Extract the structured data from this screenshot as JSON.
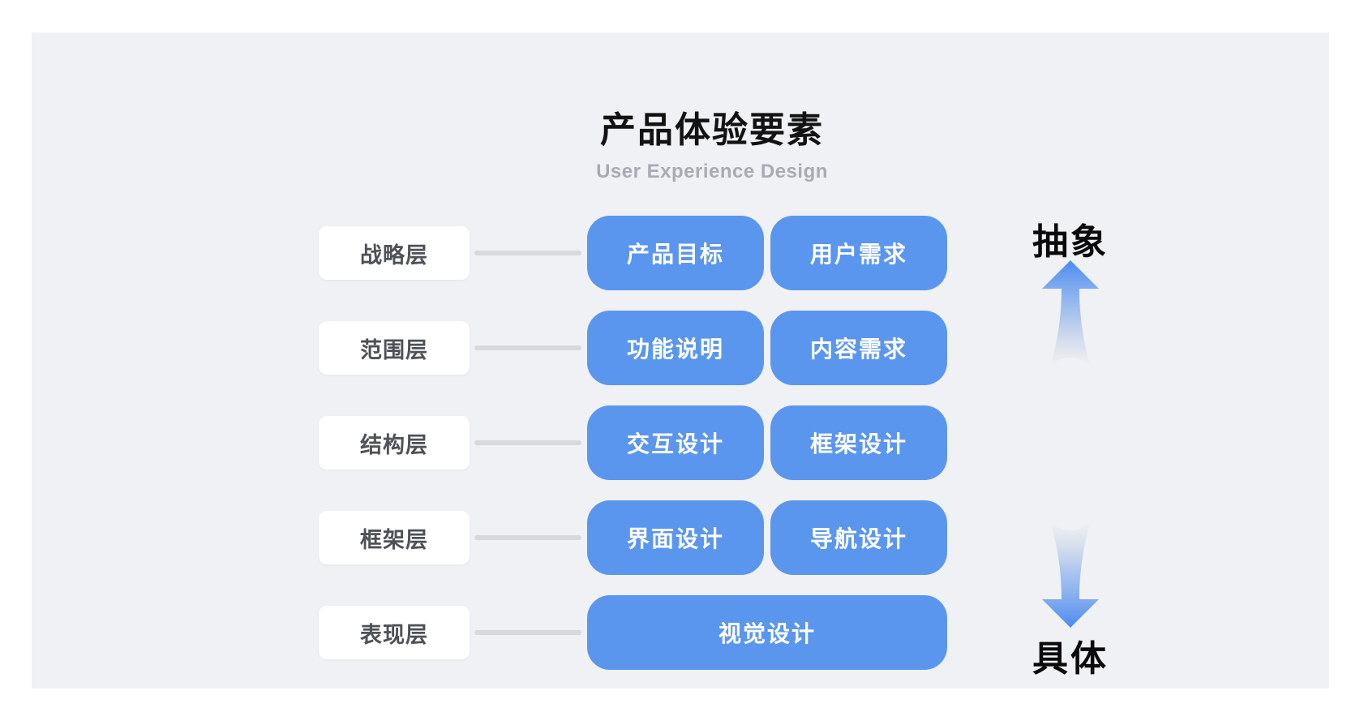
{
  "title": "产品体验要素",
  "subtitle": "User Experience Design",
  "rows": [
    {
      "label": "战略层",
      "items": [
        "产品目标",
        "用户需求"
      ]
    },
    {
      "label": "范围层",
      "items": [
        "功能说明",
        "内容需求"
      ]
    },
    {
      "label": "结构层",
      "items": [
        "交互设计",
        "框架设计"
      ]
    },
    {
      "label": "框架层",
      "items": [
        "界面设计",
        "导航设计"
      ]
    },
    {
      "label": "表现层",
      "items": [
        "视觉设计"
      ]
    }
  ],
  "axis": {
    "top_label": "抽象",
    "bottom_label": "具体"
  },
  "colors": {
    "page_bg": "#FFFFFF",
    "panel_bg": "#EFF1F5",
    "box_blue": "#5B96EE",
    "box_white": "#FFFFFF",
    "label_text": "#4E5156",
    "connector": "#D8D9DC",
    "title_text": "#121212",
    "subtitle_text": "#A8ABB2",
    "axis_text": "#0A0A0A",
    "arrow_blue": "#4B8BF0"
  }
}
